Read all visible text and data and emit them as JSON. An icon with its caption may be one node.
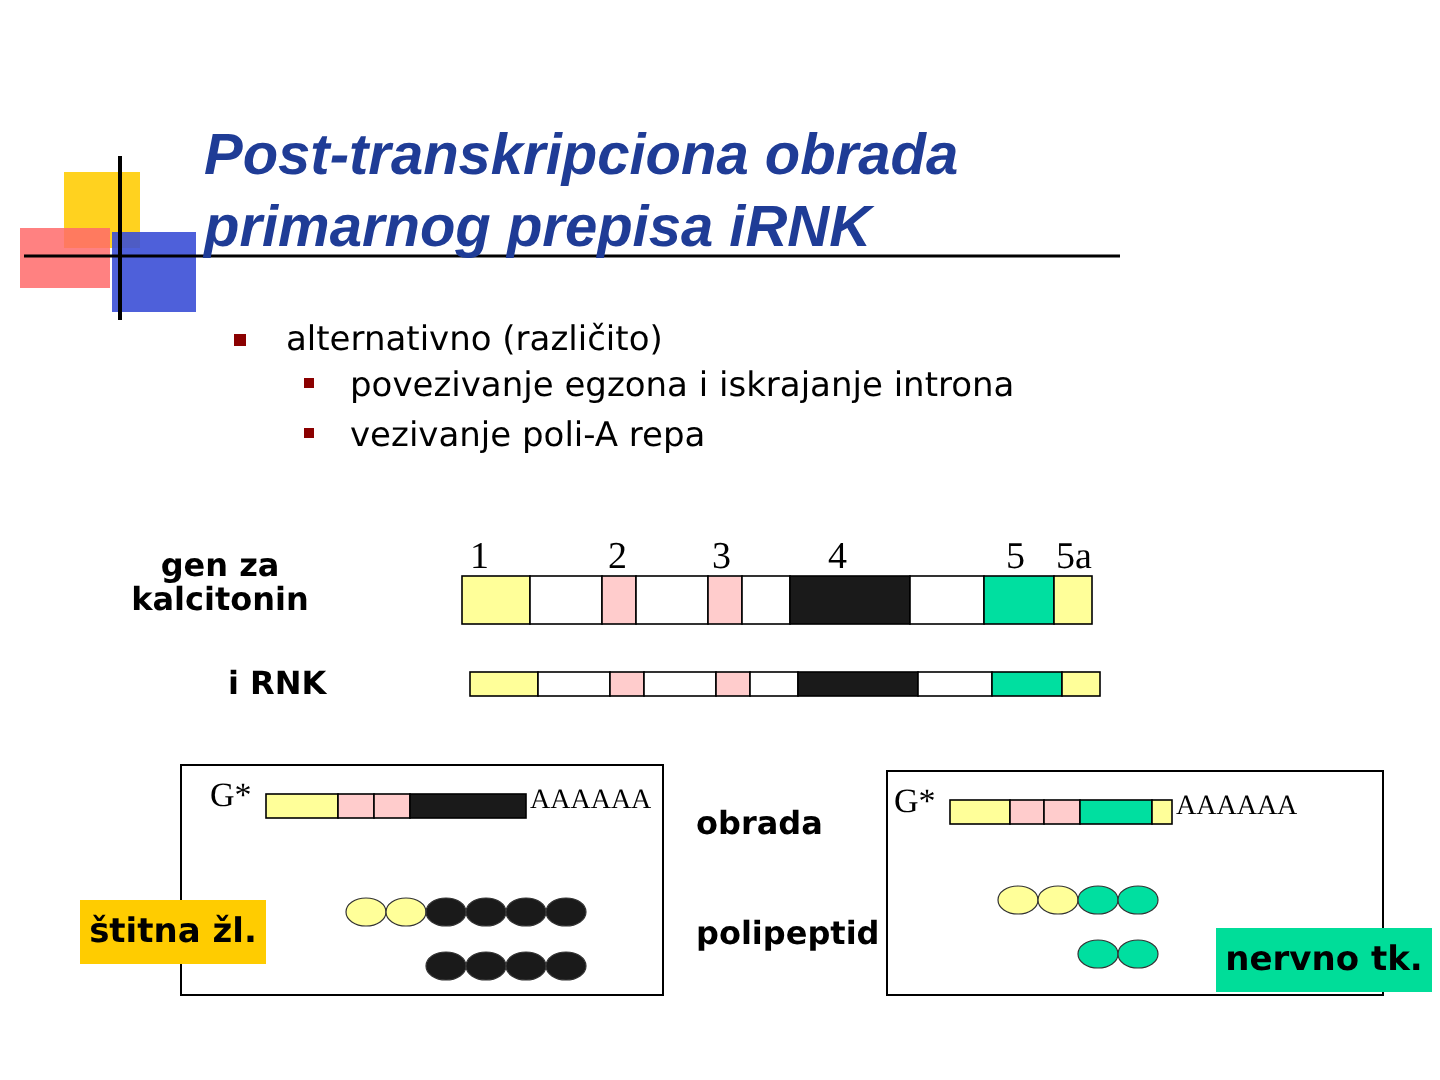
{
  "diagram": {
    "title": "Post-transkripciona obrada primarnog prepisa iRNK",
    "nodes": [
      {
        "text": [
          "G*",
          "AAAAAA"
        ]
      },
      {
        "text": [
          "G*",
          "AAAAAA"
        ]
      },
      {
        "text": [
          "štitna žl."
        ]
      },
      {
        "text": [
          "nervno tk."
        ]
      }
    ],
    "labels": [
      "alternativno (različito)",
      "povezivanje egzona i iskrajanje introna",
      "vezivanje poli-A repa",
      "1",
      "2",
      "3",
      "4",
      "5",
      "5a",
      "gen za kalcitonin",
      "i RNK",
      "obrada",
      "polipeptid"
    ]
  }
}
